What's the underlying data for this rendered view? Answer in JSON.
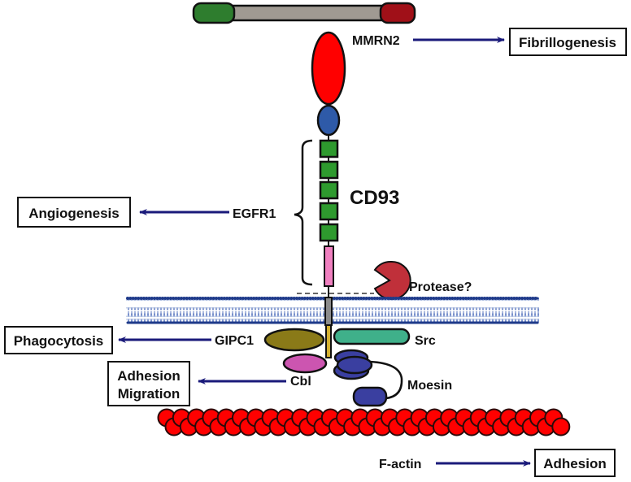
{
  "title": "CD93 interactions and functions",
  "protein": {
    "name": "CD93",
    "egf_domain_count": 5
  },
  "colors": {
    "arrow": "#1a1a7a",
    "ctld": "#ff0000",
    "sushi": "#2e5aa8",
    "egf": "#2e9a2e",
    "mucin": "#f080c0",
    "transmembrane": "#8c8c8c",
    "cytoplasmic": "#d4b030",
    "protease": "#c0303a",
    "gipc1": "#8a7a18",
    "cbl": "#cc55b0",
    "src": "#3fb08a",
    "moesin": "#3a3fa0",
    "actin": "#ff0000",
    "membrane": "#1e3a8a",
    "mmrn2_left": "#2e7d2e",
    "mmrn2_mid": "#a09a92",
    "mmrn2_right": "#a01018"
  },
  "labels": {
    "mmrn2": "MMRN2",
    "egfr1": "EGFR1",
    "cd93": "CD93",
    "protease": "Protease?",
    "gipc1": "GIPC1",
    "src": "Src",
    "cbl": "Cbl",
    "moesin": "Moesin",
    "factin": "F-actin"
  },
  "outcomes": {
    "fibrillogenesis": "Fibrillogenesis",
    "angiogenesis": "Angiogenesis",
    "phagocytosis": "Phagocytosis",
    "adhesion_migration_line1": "Adhesion",
    "adhesion_migration_line2": "Migration",
    "adhesion": "Adhesion"
  }
}
